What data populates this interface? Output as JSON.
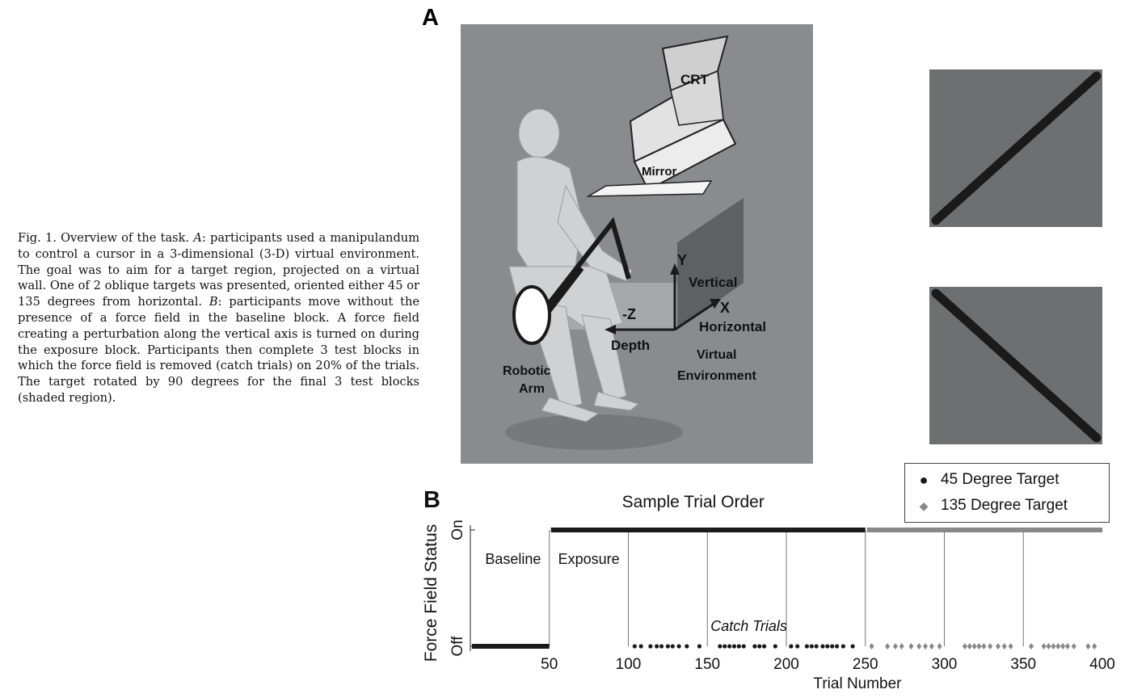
{
  "caption": {
    "fig_label": "Fig. 1.",
    "text_1": "Overview of the task.",
    "a_label": "A",
    "text_2": ": participants used a manipulandum to control a cursor in a 3-dimensional (3-D) virtual environment. The goal was to aim for a target region, projected on a virtual wall. One of 2 oblique targets was presented, oriented either 45 or 135 degrees from horizontal.",
    "b_label": "B",
    "text_3": ": participants move without the presence of a force field in the baseline block. A force field creating a perturbation along the vertical axis is turned on during the exposure block. Participants then complete 3 test blocks in which the force field is removed (catch trials) on 20% of the trials. The target rotated by 90 degrees for the final 3 test blocks (shaded region)."
  },
  "panel_a": {
    "label": "A",
    "crt": "CRT",
    "mirror": "Mirror",
    "axis_y": "Y",
    "vertical": "Vertical",
    "axis_x": "X",
    "horizontal": "Horizontal",
    "axis_z": "-Z",
    "depth": "Depth",
    "robotic_1": "Robotic",
    "robotic_2": "Arm",
    "virtual_1": "Virtual",
    "virtual_2": "Environment"
  },
  "legend": {
    "item1": "45 Degree Target",
    "item2": "135 Degree Target"
  },
  "colors": {
    "scene_bg": "#8a8b8e",
    "target_bg": "#6e6f71",
    "dark": "#1a1a1a",
    "gray_marker": "#888888"
  },
  "chart_data": {
    "type": "scatter",
    "panel_label": "B",
    "title": "Sample Trial Order",
    "xlabel": "Trial Number",
    "ylabel": "Force Field Status",
    "xlim": [
      0,
      400
    ],
    "xticks": [
      50,
      100,
      150,
      200,
      250,
      300,
      350,
      400
    ],
    "ytick_labels": [
      "Off",
      "On"
    ],
    "block_boundaries": [
      50,
      100,
      150,
      200,
      250,
      300,
      350
    ],
    "block_labels": [
      "Baseline",
      "Exposure"
    ],
    "annotation": "Catch Trials",
    "legend_placement": "top-right",
    "series": [
      {
        "name": "45 Degree Target",
        "marker": "dot",
        "color": "#1a1a1a",
        "on_ranges": [
          [
            51,
            250
          ]
        ],
        "off_ranges": [
          [
            1,
            50
          ]
        ],
        "catch_trials": [
          104,
          108,
          114,
          118,
          121,
          125,
          128,
          132,
          137,
          145,
          158,
          161,
          164,
          167,
          170,
          173,
          180,
          183,
          186,
          193,
          203,
          207,
          213,
          216,
          219,
          223,
          226,
          229,
          232,
          236,
          242
        ]
      },
      {
        "name": "135 Degree Target",
        "marker": "diamond",
        "color": "#888888",
        "on_ranges": [
          [
            251,
            400
          ]
        ],
        "off_ranges": [],
        "catch_trials": [
          254,
          264,
          269,
          273,
          279,
          284,
          288,
          292,
          297,
          313,
          316,
          319,
          322,
          325,
          329,
          334,
          338,
          342,
          355,
          363,
          366,
          369,
          372,
          375,
          378,
          382,
          391,
          395
        ]
      }
    ]
  }
}
